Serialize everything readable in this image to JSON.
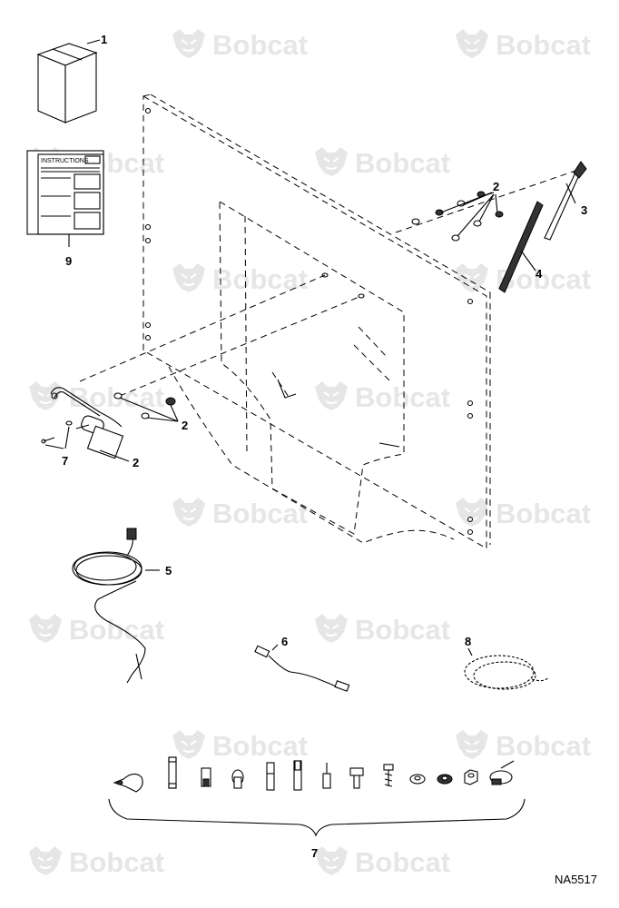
{
  "watermark": {
    "text": "Bobcat",
    "color": "#e6e6e6"
  },
  "figure_ref": "NA5517",
  "instructions_title": "INSTRUCTIONS",
  "callouts": {
    "kit_box": "1",
    "hardware_wiper_motor_upper": "2",
    "hardware_wiper_motor_lower": "2",
    "hardware_wiper_arm": "2",
    "wiper_arm": "3",
    "wiper_blade": "4",
    "wire_harness": "5",
    "jumper_wire": "6",
    "hardware_kit": "7",
    "screws": "7",
    "spiral_wrap": "8",
    "instructions": "9"
  },
  "icons": [
    "bobcat-logo-icon",
    "kit-box-icon",
    "instructions-manual-icon",
    "wiper-motor-icon",
    "wiper-arm-icon",
    "wiper-blade-icon",
    "harness-icon",
    "jumper-wire-icon",
    "spiral-wrap-icon",
    "hardware-icons"
  ]
}
